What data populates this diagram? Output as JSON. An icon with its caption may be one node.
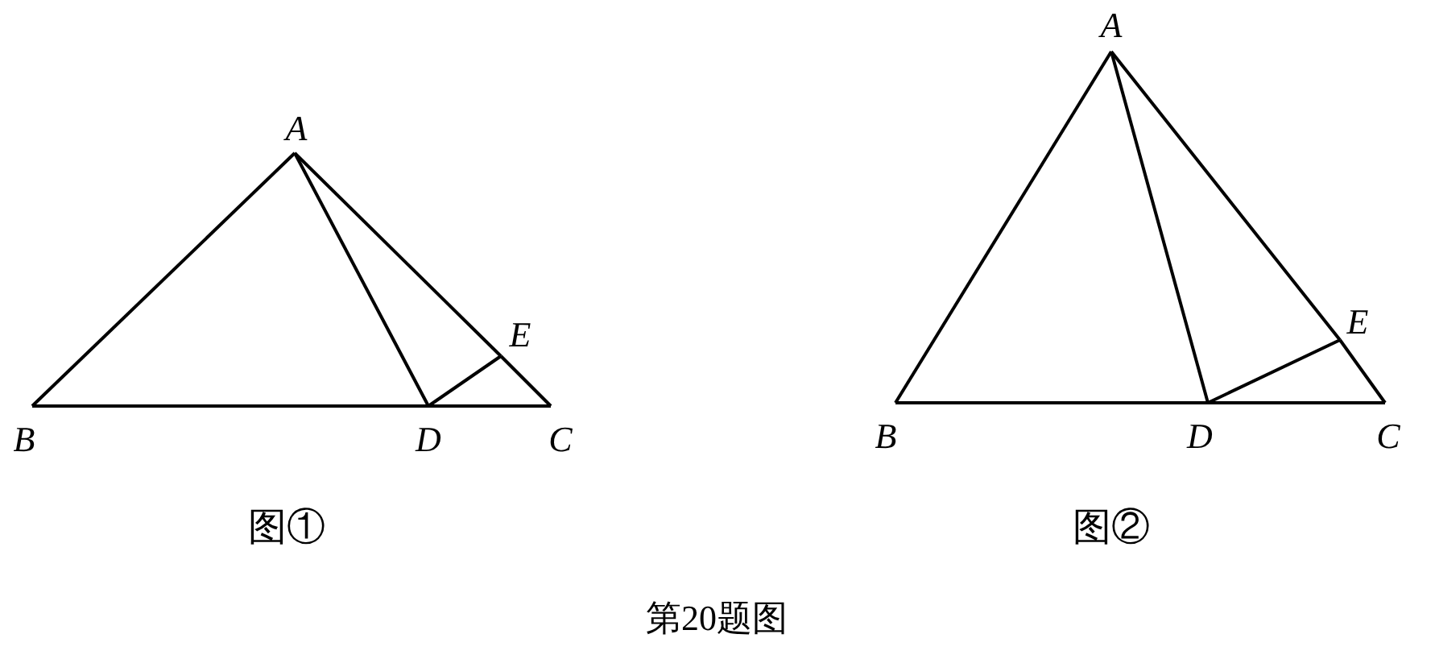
{
  "diagram": {
    "caption": "第20题图",
    "nodes": [
      {
        "text": [
          "A"
        ]
      },
      {
        "text": [
          "B"
        ]
      },
      {
        "text": [
          "C"
        ]
      },
      {
        "text": [
          "D"
        ]
      },
      {
        "text": [
          "E"
        ]
      },
      {
        "text": [
          "A"
        ]
      },
      {
        "text": [
          "B"
        ]
      },
      {
        "text": [
          "C"
        ]
      },
      {
        "text": [
          "D"
        ]
      },
      {
        "text": [
          "E"
        ]
      }
    ],
    "edges": [
      {
        "from": 0,
        "to": 1,
        "arrow": "none"
      },
      {
        "from": 1,
        "to": 3,
        "arrow": "none"
      },
      {
        "from": 3,
        "to": 2,
        "arrow": "none"
      },
      {
        "from": 0,
        "to": 4,
        "arrow": "none"
      },
      {
        "from": 4,
        "to": 2,
        "arrow": "none"
      },
      {
        "from": 0,
        "to": 3,
        "arrow": "none"
      },
      {
        "from": 3,
        "to": 4,
        "arrow": "none"
      },
      {
        "from": 5,
        "to": 6,
        "arrow": "none"
      },
      {
        "from": 6,
        "to": 8,
        "arrow": "none"
      },
      {
        "from": 8,
        "to": 7,
        "arrow": "none"
      },
      {
        "from": 5,
        "to": 9,
        "arrow": "none"
      },
      {
        "from": 9,
        "to": 7,
        "arrow": "none"
      },
      {
        "from": 5,
        "to": 8,
        "arrow": "none"
      },
      {
        "from": 8,
        "to": 9,
        "arrow": "none"
      }
    ],
    "labels": [
      "图①",
      "图②"
    ]
  }
}
